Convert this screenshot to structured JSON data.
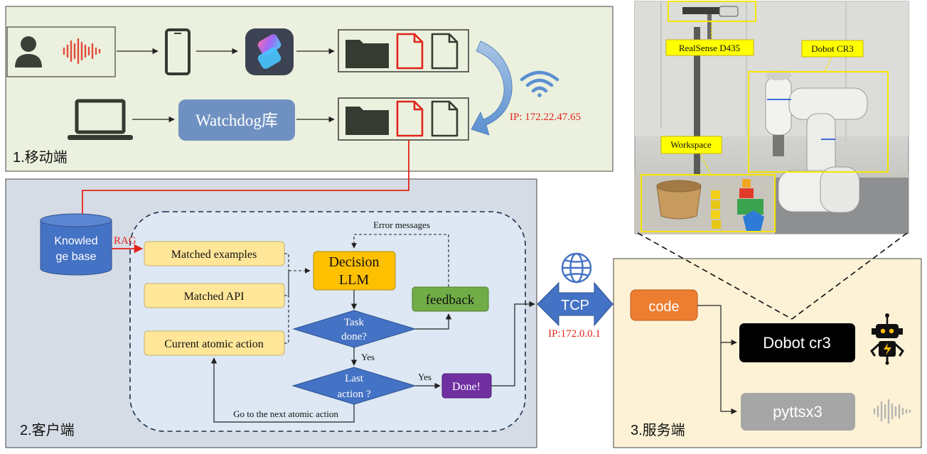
{
  "mobile_panel": {
    "label": "1.移动端",
    "watchdog_label": "Watchdog库",
    "ip_label": "IP: 172.22.47.65"
  },
  "client_panel": {
    "label": "2.客户端",
    "kb_line1": "Knowled",
    "kb_line2": "ge base",
    "rag_label": "RAG",
    "matched_examples": "Matched examples",
    "matched_api": "Matched API",
    "current_atomic_action": "Current atomic action",
    "decision_line1": "Decision",
    "decision_line2": "LLM",
    "feedback": "feedback",
    "error_messages": "Error messages",
    "task_done_line1": "Task",
    "task_done_line2": "done?",
    "yes_label_1": "Yes",
    "last_action_line1": "Last",
    "last_action_line2": "action ?",
    "yes_label_2": "Yes",
    "done_label": "Done!",
    "next_action_label": "Go to the next atomic action"
  },
  "link": {
    "tcp_label": "TCP",
    "ip_label": "IP:172.0.0.1"
  },
  "server_panel": {
    "label": "3.服务端",
    "code_label": "code",
    "dobot_label": "Dobot cr3",
    "pyttsx3_label": "pyttsx3"
  },
  "photo": {
    "realsense_label": "RealSense D435",
    "dobot_label": "Dobot CR3",
    "workspace_label": "Workspace"
  },
  "colors": {
    "mobile_bg": "#ebf1de",
    "client_bg": "#d6dce5",
    "client_inner_bg": "#dde8f4",
    "server_bg": "#fdf2d5",
    "yellow_box": "#ffe699",
    "decision": "#ffc000",
    "feedback": "#70ad47",
    "diamond": "#4472c4",
    "done": "#7030a0",
    "code": "#ed7d31",
    "dark": "#353b30",
    "red_accent": "#e2231a"
  }
}
